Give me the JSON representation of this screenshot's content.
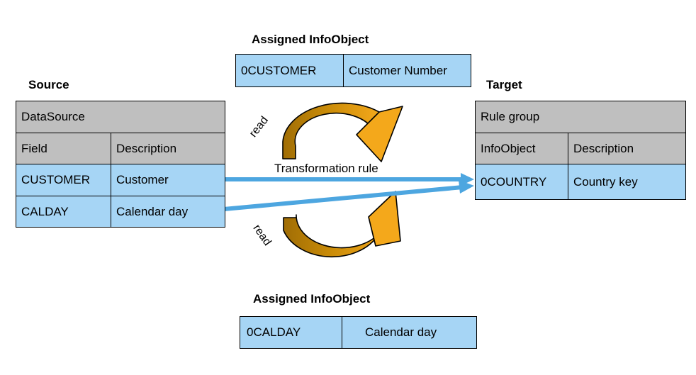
{
  "diagram": {
    "title": "SAP BW Transformation Rule Diagram",
    "colors": {
      "header_fill": "#bfbfbf",
      "data_fill": "#a6d5f5",
      "connector_blue": "#4da6e0",
      "arrow_orange_light": "#f2a316",
      "arrow_orange_dark": "#b07606",
      "border": "#000000"
    }
  },
  "source": {
    "heading": "Source",
    "header_row": "DataSource",
    "columns": [
      "Field",
      "Description"
    ],
    "rows": [
      {
        "field": "CUSTOMER",
        "description": "Customer"
      },
      {
        "field": "CALDAY",
        "description": " Calendar day"
      }
    ]
  },
  "target": {
    "heading": "Target",
    "header_row": "Rule group",
    "columns": [
      "InfoObject",
      "Description"
    ],
    "rows": [
      {
        "infoobject": "0COUNTRY",
        "description": "Country key"
      }
    ]
  },
  "assigned_infoobject_top": {
    "heading": "Assigned InfoObject",
    "name": "0CUSTOMER",
    "description": "Customer Number"
  },
  "assigned_infoobject_bottom": {
    "heading": "Assigned InfoObject",
    "name": "0CALDAY",
    "description": "Calendar day"
  },
  "center": {
    "transformation_rule_label": "Transformation rule",
    "read_top_label": "read",
    "read_bottom_label": "read"
  }
}
